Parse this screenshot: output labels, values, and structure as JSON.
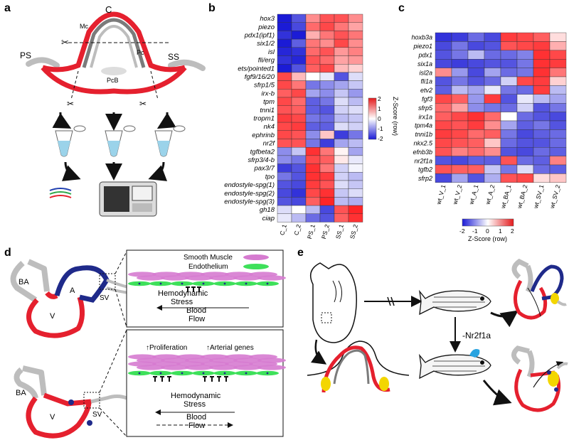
{
  "panels": {
    "a": "a",
    "b": "b",
    "c": "c",
    "d": "d",
    "e": "e"
  },
  "panel_a": {
    "labels": {
      "C": "C",
      "Mc": "Mc",
      "Pc": "Pc",
      "PcB": "PcB",
      "PS": "PS",
      "SS": "SS"
    }
  },
  "panel_b": {
    "genes": [
      "hox3",
      "piezo",
      "pdx1(ipf1)",
      "six1/2",
      "isl",
      "fli/erg",
      "ets/pointed1",
      "fgf9/16/20",
      "sfrp1/5",
      "irx-b",
      "tpm",
      "tnni1",
      "tropm1",
      "nk4",
      "ephrinb",
      "nr2f",
      "tgfbeta2",
      "sfrp3/4-b",
      "pax3/7",
      "tpo",
      "endostyle-spg(1)",
      "endostyle-spg(2)",
      "endostyle-spg(3)",
      "gh18",
      "ciap"
    ],
    "samples": [
      "C_1",
      "C_2",
      "PS_1",
      "PS_2",
      "SS_1",
      "SS_2"
    ],
    "legend_title": "Z-Score (row)",
    "legend_ticks": [
      "2",
      "1",
      "0",
      "-1",
      "-2"
    ]
  },
  "panel_c": {
    "genes": [
      "hoxb3a",
      "piezo1",
      "pdx1",
      "six1a",
      "isl2a",
      "fli1a",
      "etv2",
      "fgf3",
      "sfrp5",
      "irx1a",
      "tpm4a",
      "tnni1b",
      "nkx2.5",
      "efnb3b",
      "nr2f1a",
      "tgfb2",
      "sfrp2"
    ],
    "samples": [
      "wt_V_1",
      "wt_V_2",
      "wt_A_1",
      "wt_A_2",
      "wt_BA_1",
      "wt_BA_2",
      "wt_SV_1",
      "wt_SV_2"
    ],
    "legend_title": "Z-Score (row)",
    "legend_ticks": [
      "-2",
      "-1",
      "0",
      "1",
      "2"
    ]
  },
  "panel_d": {
    "top": {
      "BA": "BA",
      "A": "A",
      "V": "V",
      "SV": "SV",
      "smooth_muscle": "Smooth Muscle",
      "endothelium": "Endothelium",
      "stress": "Hemodynamic\nStress",
      "flow": "Blood\nFlow"
    },
    "bottom": {
      "BA": "BA",
      "V": "V",
      "SV": "SV",
      "proliferation": "Proliferation",
      "arterial": "Arterial genes",
      "stress": "Hemodynamic\nStress",
      "flow": "Blood\nFlow"
    }
  },
  "panel_e": {
    "label": "-Nr2f1a"
  },
  "colors": {
    "red": "#e5202e",
    "blue": "#1f2a8a",
    "gray": "#b5b5b5",
    "yellow": "#f3d600",
    "pink": "#d67bd0",
    "green": "#3ee05a"
  }
}
